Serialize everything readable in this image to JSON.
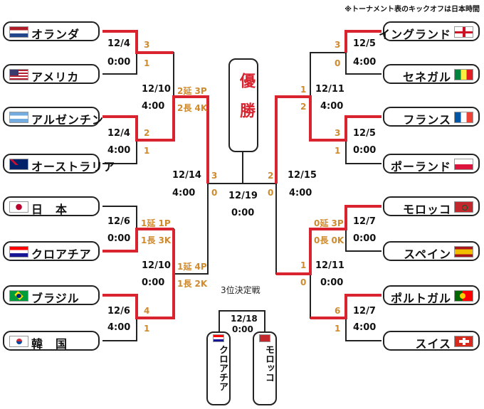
{
  "note": "※トーナメント表のキックオフは日本時間",
  "victory_label": "優勝",
  "third_place_label": "3位決定戦",
  "teams_left": [
    {
      "name": "オランダ",
      "flag": "netherlands"
    },
    {
      "name": "アメリカ",
      "flag": "usa"
    },
    {
      "name": "アルゼンチン",
      "flag": "argentina"
    },
    {
      "name": "オーストラリア",
      "flag": "australia"
    },
    {
      "name": "日　本",
      "flag": "japan"
    },
    {
      "name": "クロアチア",
      "flag": "croatia"
    },
    {
      "name": "ブラジル",
      "flag": "brazil"
    },
    {
      "name": "韓　国",
      "flag": "korea"
    }
  ],
  "teams_right": [
    {
      "name": "イングランド",
      "flag": "england"
    },
    {
      "name": "セネガル",
      "flag": "senegal"
    },
    {
      "name": "フランス",
      "flag": "france"
    },
    {
      "name": "ポーランド",
      "flag": "poland"
    },
    {
      "name": "モロッコ",
      "flag": "morocco"
    },
    {
      "name": "スペイン",
      "flag": "spain"
    },
    {
      "name": "ポルトガル",
      "flag": "portugal"
    },
    {
      "name": "スイス",
      "flag": "switzerland"
    }
  ],
  "r16_left": [
    {
      "date": "12/4",
      "time": "0:00",
      "score_top": "3",
      "score_bottom": "1"
    },
    {
      "date": "12/4",
      "time": "4:00",
      "score_top": "2",
      "score_bottom": "1"
    },
    {
      "date": "12/6",
      "time": "0:00",
      "score_top": "1延 1P",
      "score_bottom": "1長 3K"
    },
    {
      "date": "12/6",
      "time": "4:00",
      "score_top": "4",
      "score_bottom": "1"
    }
  ],
  "r16_right": [
    {
      "date": "12/5",
      "time": "4:00",
      "score_top": "3",
      "score_bottom": "0"
    },
    {
      "date": "12/5",
      "time": "0:00",
      "score_top": "3",
      "score_bottom": "1"
    },
    {
      "date": "12/7",
      "time": "0:00",
      "score_top": "0延 3P",
      "score_bottom": "0長 0K"
    },
    {
      "date": "12/7",
      "time": "4:00",
      "score_top": "6",
      "score_bottom": "1"
    }
  ],
  "qf_left": [
    {
      "date": "12/10",
      "time": "4:00",
      "score_top": "2延 3P",
      "score_bottom": "2長 4K"
    },
    {
      "date": "12/10",
      "time": "0:00",
      "score_top": "1延 4P",
      "score_bottom": "1長 2K"
    }
  ],
  "qf_right": [
    {
      "date": "12/11",
      "time": "4:00",
      "score_top": "1",
      "score_bottom": "2"
    },
    {
      "date": "12/11",
      "time": "0:00",
      "score_top": "1",
      "score_bottom": "0"
    }
  ],
  "sf_left": {
    "date": "12/14",
    "time": "4:00",
    "score_top": "3",
    "score_bottom": "0"
  },
  "sf_right": {
    "date": "12/15",
    "time": "4:00",
    "score_top": "2",
    "score_bottom": "0"
  },
  "final": {
    "date": "12/19",
    "time": "0:00"
  },
  "third_place": {
    "date": "12/18",
    "time": "0:00",
    "left_team": "クロアチア",
    "left_flag": "croatia",
    "right_team": "モロッコ",
    "right_flag": "morocco"
  },
  "colors": {
    "winner_line": "#d9232f",
    "line": "#222222",
    "score": "#d08a2e",
    "victory": "#d9232f"
  }
}
